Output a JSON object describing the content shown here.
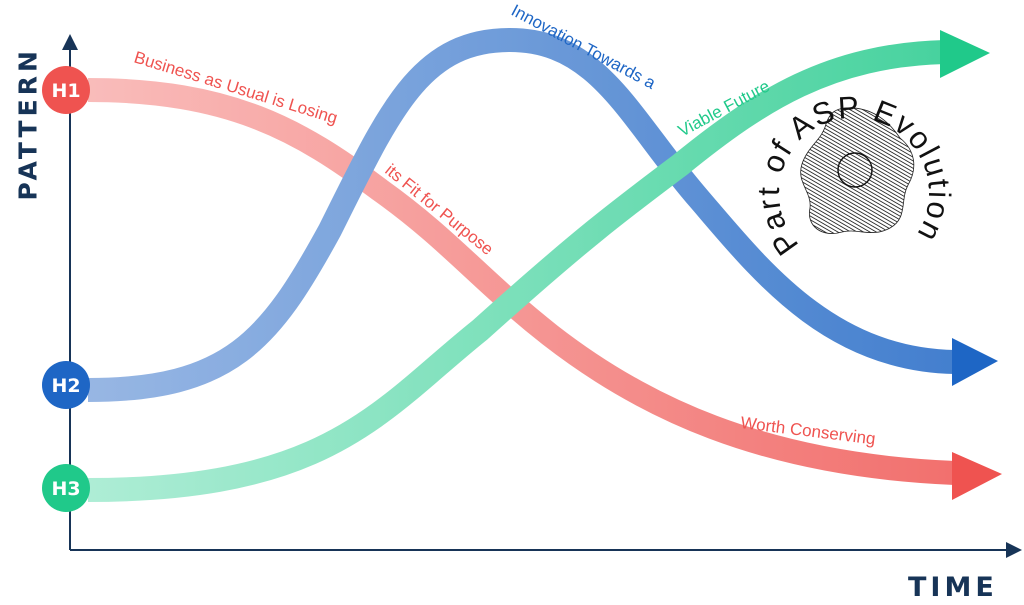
{
  "axes": {
    "x_label": "TIME",
    "y_label": "PATTERN",
    "color": "#173457"
  },
  "horizons": [
    {
      "id": "h1",
      "badge": "H1",
      "color": "#ef5350",
      "light": "#f9b3b1"
    },
    {
      "id": "h2",
      "badge": "H2",
      "color": "#1e66c5",
      "light": "#88ace0"
    },
    {
      "id": "h3",
      "badge": "H3",
      "color": "#20c98a",
      "light": "#a3ebd0"
    }
  ],
  "labels": {
    "h1_a": "Business as Usual is Losing",
    "h1_b": "its Fit for Purpose",
    "h1_c": "Worth Conserving",
    "h2_a": "Innovation Towards a",
    "h3_a": "Viable Future"
  },
  "stamp": {
    "text": "Part of ASP Evolution",
    "icon": "hatched-blob-icon"
  }
}
